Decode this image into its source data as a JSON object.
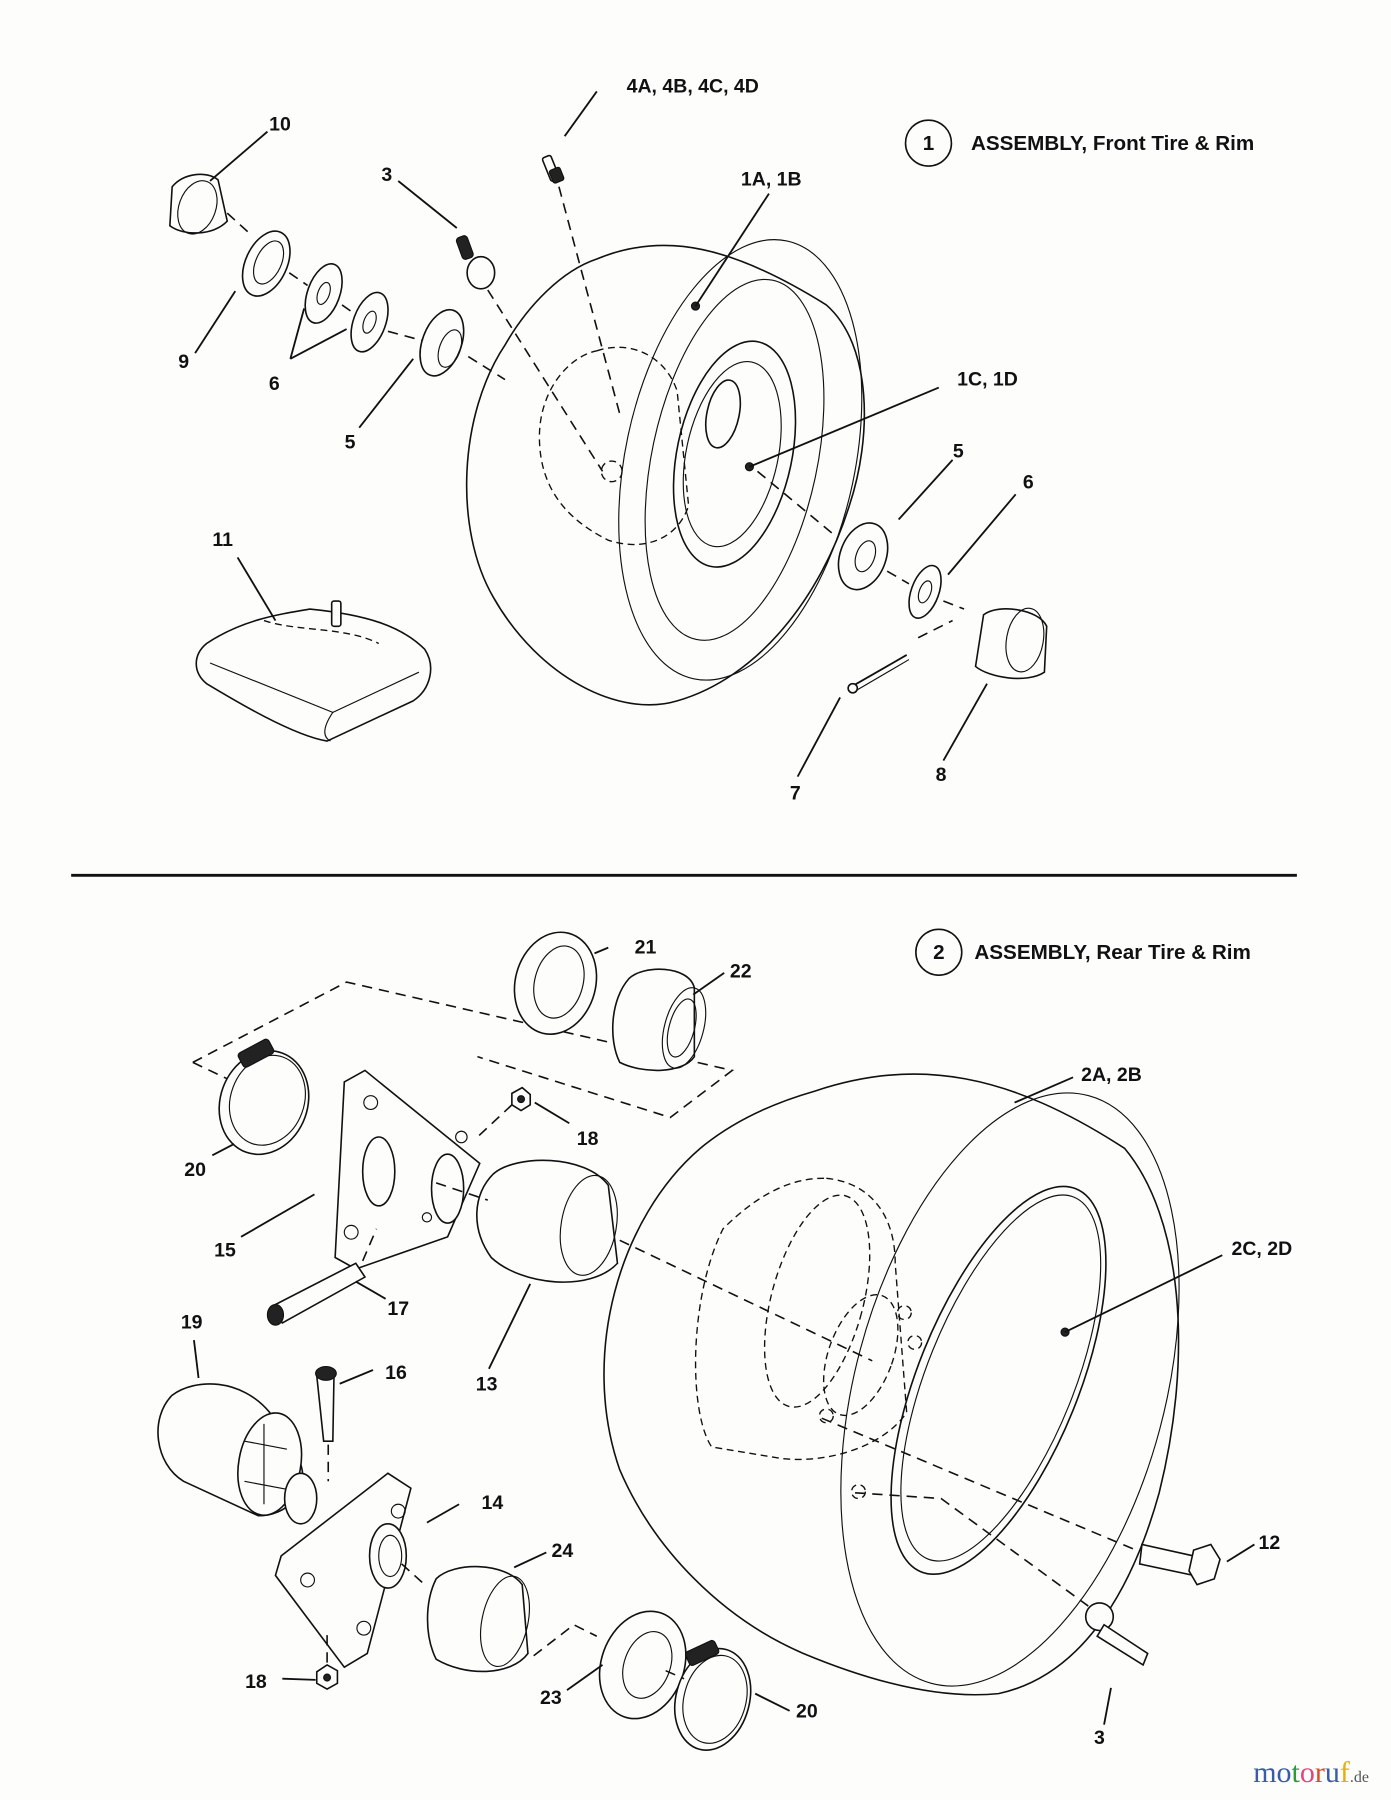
{
  "assemblies": [
    {
      "number": "1",
      "title": "ASSEMBLY, Front Tire & Rim"
    },
    {
      "number": "2",
      "title": "ASSEMBLY, Rear Tire & Rim"
    }
  ],
  "front_callouts": {
    "c4": "4A, 4B, 4C, 4D",
    "c10": "10",
    "c3": "3",
    "c1ab": "1A, 1B",
    "c9": "9",
    "c6a": "6",
    "c5a": "5",
    "c1cd": "1C, 1D",
    "c5b": "5",
    "c6b": "6",
    "c11": "11",
    "c7": "7",
    "c8": "8"
  },
  "rear_callouts": {
    "c21": "21",
    "c22": "22",
    "c2ab": "2A, 2B",
    "c18a": "18",
    "c20a": "20",
    "c15": "15",
    "c2cd": "2C, 2D",
    "c17": "17",
    "c13": "13",
    "c19": "19",
    "c16": "16",
    "c14": "14",
    "c24": "24",
    "c12": "12",
    "c18b": "18",
    "c23": "23",
    "c20b": "20",
    "c3": "3"
  },
  "watermark": {
    "letters": [
      "m",
      "o",
      "t",
      "o",
      "r",
      "u",
      "f"
    ],
    "colors": [
      "#3b5aa8",
      "#3b5aa8",
      "#2e9a3e",
      "#e0487e",
      "#d84a2a",
      "#3b5aa8",
      "#e0b010"
    ],
    "suffix": ".de"
  }
}
